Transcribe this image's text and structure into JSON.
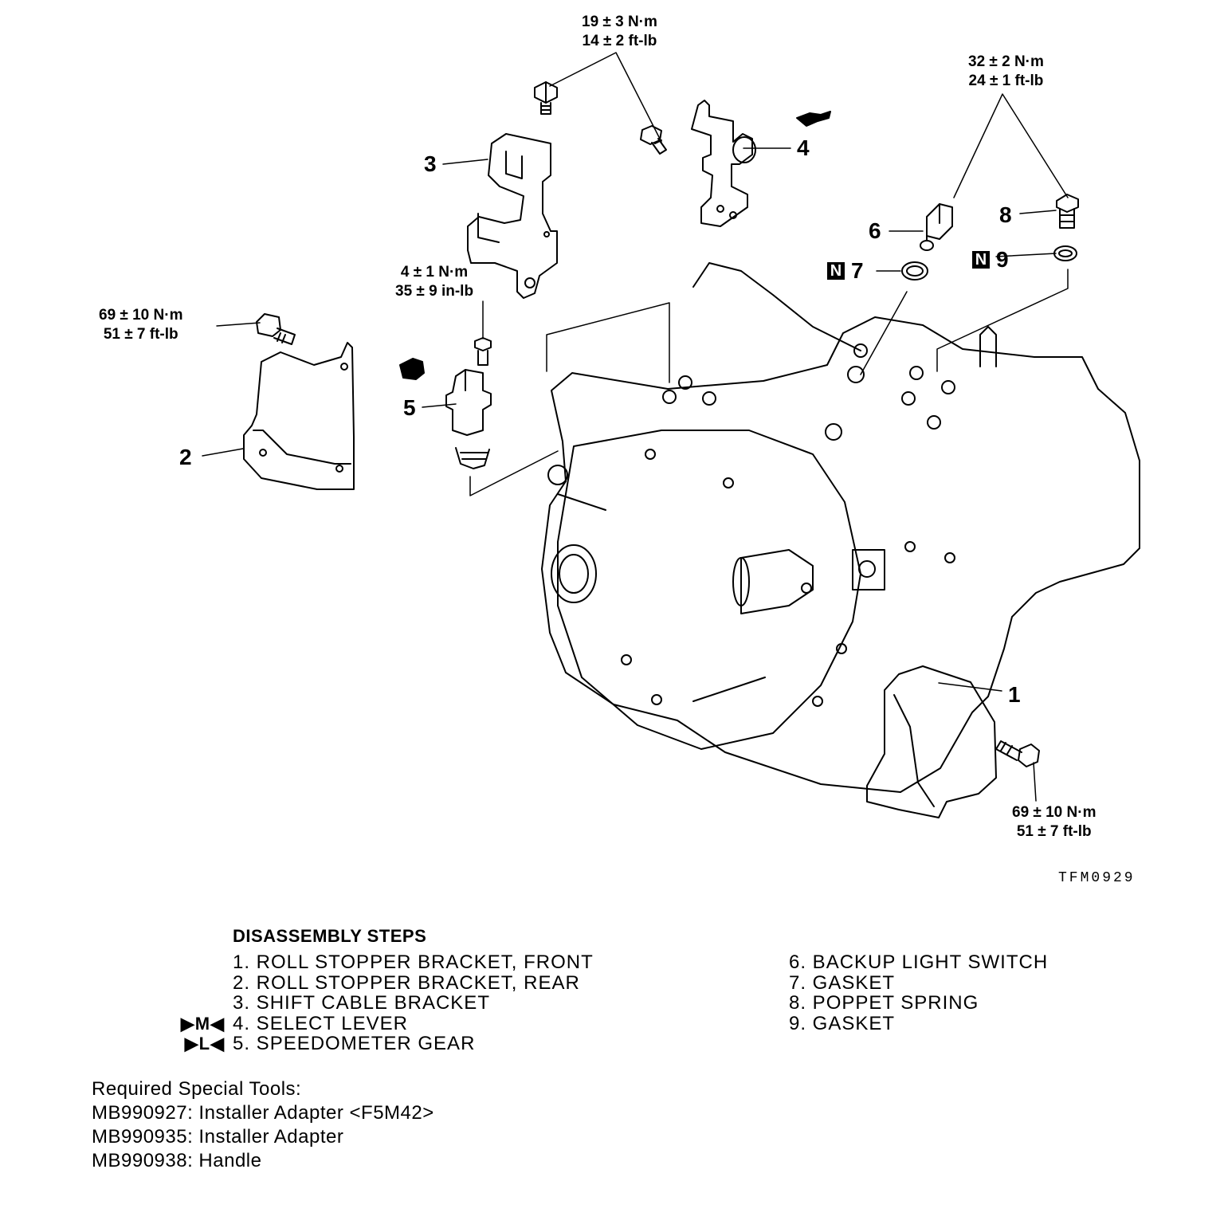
{
  "diagram": {
    "callouts": [
      "1",
      "2",
      "3",
      "4",
      "5",
      "6",
      "7",
      "8",
      "9"
    ],
    "n_badge": "N",
    "torques": {
      "t_select_bolt": {
        "metric": "19 ± 3 N·m",
        "imperial": "14 ± 2 ft-lb"
      },
      "t_switch_plug": {
        "metric": "32 ± 2 N·m",
        "imperial": "24 ± 1 ft-lb"
      },
      "t_speedo_bolt": {
        "metric": "4 ± 1 N·m",
        "imperial": "35 ± 9 in-lb"
      },
      "t_rear_bracket": {
        "metric": "69 ± 10 N·m",
        "imperial": "51 ± 7 ft-lb"
      },
      "t_front_bracket": {
        "metric": "69 ± 10 N·m",
        "imperial": "51 ± 7 ft-lb"
      }
    },
    "figure_code": "TFM0929",
    "icons": [
      "bolt-icon",
      "gasket-ring-icon",
      "grease-point-icon",
      "bracket-icon",
      "transaxle-case-icon"
    ]
  },
  "steps": {
    "heading": "DISASSEMBLY STEPS",
    "left": [
      {
        "marker": "",
        "text": "1. ROLL STOPPER BRACKET, FRONT"
      },
      {
        "marker": "",
        "text": "2. ROLL STOPPER BRACKET, REAR"
      },
      {
        "marker": "",
        "text": "3. SHIFT CABLE BRACKET"
      },
      {
        "marker": "▶M◀",
        "text": "4. SELECT LEVER"
      },
      {
        "marker": "▶L◀",
        "text": "5. SPEEDOMETER GEAR"
      }
    ],
    "right": [
      {
        "text": "6. BACKUP LIGHT SWITCH"
      },
      {
        "text": "7. GASKET"
      },
      {
        "text": "8. POPPET SPRING"
      },
      {
        "text": "9. GASKET"
      }
    ]
  },
  "tools": {
    "heading": "Required Special Tools:",
    "items": [
      "MB990927: Installer Adapter <F5M42>",
      "MB990935: Installer Adapter",
      "MB990938: Handle"
    ]
  }
}
